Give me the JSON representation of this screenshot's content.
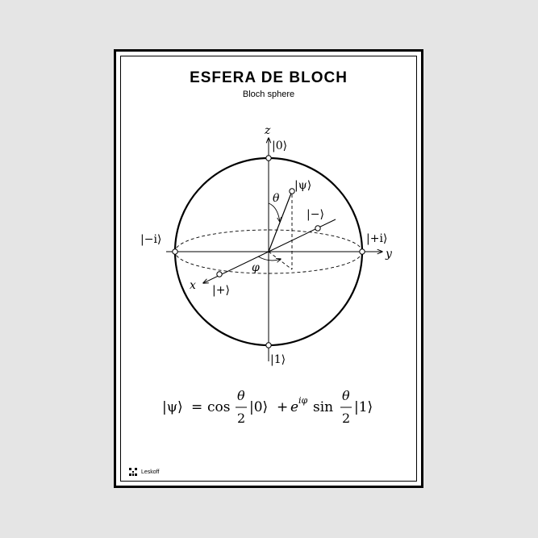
{
  "poster": {
    "title": "ESFERA DE BLOCH",
    "subtitle": "Bloch sphere",
    "brand": "Leskoff"
  },
  "diagram": {
    "axis_z": "z",
    "axis_y": "y",
    "axis_x": "x",
    "state_0": "|0⟩",
    "state_1": "|1⟩",
    "state_plus_i": "|+i⟩",
    "state_minus_i": "|−i⟩",
    "state_plus": "|+⟩",
    "state_minus": "|−⟩",
    "state_psi": "|ψ⟩",
    "angle_theta": "θ",
    "angle_phi": "φ"
  },
  "formula": {
    "lhs": "|ψ⟩",
    "eq": "=",
    "cos": "cos",
    "frac1_num": "θ",
    "frac1_den": "2",
    "ket0": "|0⟩",
    "plus": "+",
    "exp_base": "e",
    "exp_sup": "iφ",
    "sin": "sin",
    "frac2_num": "θ",
    "frac2_den": "2",
    "ket1": "|1⟩"
  }
}
